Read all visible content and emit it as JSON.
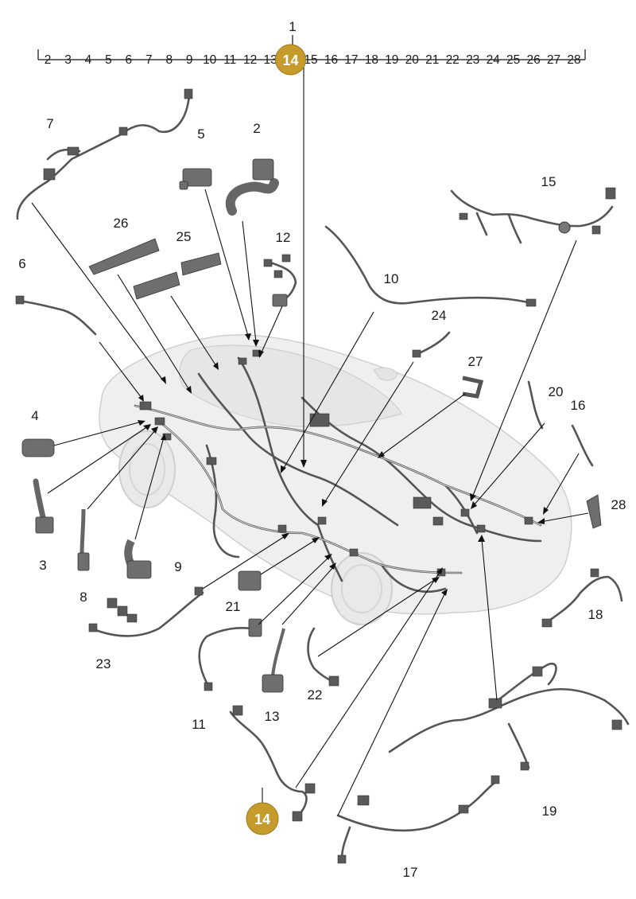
{
  "scale": {
    "top_label": "1",
    "numbers": [
      "2",
      "3",
      "4",
      "5",
      "6",
      "7",
      "8",
      "9",
      "10",
      "11",
      "12",
      "13",
      "14",
      "15",
      "16",
      "17",
      "18",
      "19",
      "20",
      "21",
      "22",
      "23",
      "24",
      "25",
      "26",
      "27",
      "28"
    ]
  },
  "highlight": {
    "label": "14",
    "color": "#c59b2b"
  },
  "parts": [
    {
      "id": "p2",
      "label": "2"
    },
    {
      "id": "p3",
      "label": "3"
    },
    {
      "id": "p4",
      "label": "4"
    },
    {
      "id": "p5",
      "label": "5"
    },
    {
      "id": "p6",
      "label": "6"
    },
    {
      "id": "p7",
      "label": "7"
    },
    {
      "id": "p8",
      "label": "8"
    },
    {
      "id": "p9",
      "label": "9"
    },
    {
      "id": "p10",
      "label": "10"
    },
    {
      "id": "p11",
      "label": "11"
    },
    {
      "id": "p12",
      "label": "12"
    },
    {
      "id": "p13",
      "label": "13"
    },
    {
      "id": "p15",
      "label": "15"
    },
    {
      "id": "p16",
      "label": "16"
    },
    {
      "id": "p17",
      "label": "17"
    },
    {
      "id": "p18",
      "label": "18"
    },
    {
      "id": "p19",
      "label": "19"
    },
    {
      "id": "p20",
      "label": "20"
    },
    {
      "id": "p21",
      "label": "21"
    },
    {
      "id": "p22",
      "label": "22"
    },
    {
      "id": "p23",
      "label": "23"
    },
    {
      "id": "p24",
      "label": "24"
    },
    {
      "id": "p25",
      "label": "25"
    },
    {
      "id": "p26",
      "label": "26"
    },
    {
      "id": "p27",
      "label": "27"
    },
    {
      "id": "p28",
      "label": "28"
    }
  ]
}
